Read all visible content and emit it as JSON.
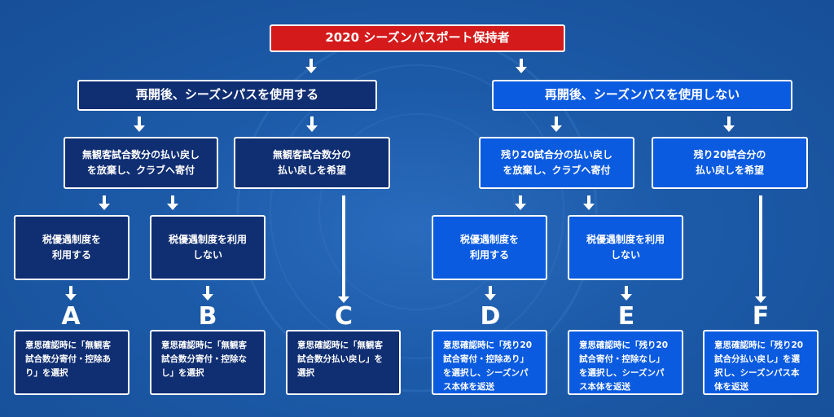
{
  "colors": {
    "background": "#1a5aa8",
    "top_box": "#d41a1a",
    "left_branch": "#102e72",
    "right_branch": "#0b5be0",
    "border": "#ffffff"
  },
  "top": {
    "label": "2020 シーズンパスポート保持者"
  },
  "branches": [
    {
      "label": "再開後、シーズンパスを使用する"
    },
    {
      "label": "再開後、シーズンパスを使用しない"
    }
  ],
  "level2": [
    {
      "label": "無観客試合数分の払い戻し\nを放棄し、クラブへ寄付"
    },
    {
      "label": "無観客試合数分の\n払い戻しを希望"
    },
    {
      "label": "残り20試合分の払い戻し\nを放棄し、クラブへ寄付"
    },
    {
      "label": "残り20試合分の\n払い戻しを希望"
    }
  ],
  "level3": [
    {
      "label": "税優遇制度を\n利用する"
    },
    {
      "label": "税優遇制度を利用\nしない"
    },
    {
      "label": "税優遇制度を\n利用する"
    },
    {
      "label": "税優遇制度を利用\nしない"
    }
  ],
  "results": [
    {
      "letter": "A",
      "text": "意思確認時に「無観客\n試合数分寄付・控除あ\nり」を選択"
    },
    {
      "letter": "B",
      "text": "意思確認時に「無観客\n試合数分寄付・控除な\nし」を選択"
    },
    {
      "letter": "C",
      "text": "意思確認時に「無観客\n試合数分払い戻し」を\n選択"
    },
    {
      "letter": "D",
      "text": "意思確認時に「残り20\n試合寄付・控除あり」\nを選択し、シーズンパ\nス本体を返送"
    },
    {
      "letter": "E",
      "text": "意思確認時に「残り20\n試合寄付・控除なし」\nを選択し、シーズンパ\nス本体を返送"
    },
    {
      "letter": "F",
      "text": "意思確認時に「残り20\n試合分払い戻し」を選\n択し、シーズンパス本\n体を返送"
    }
  ]
}
